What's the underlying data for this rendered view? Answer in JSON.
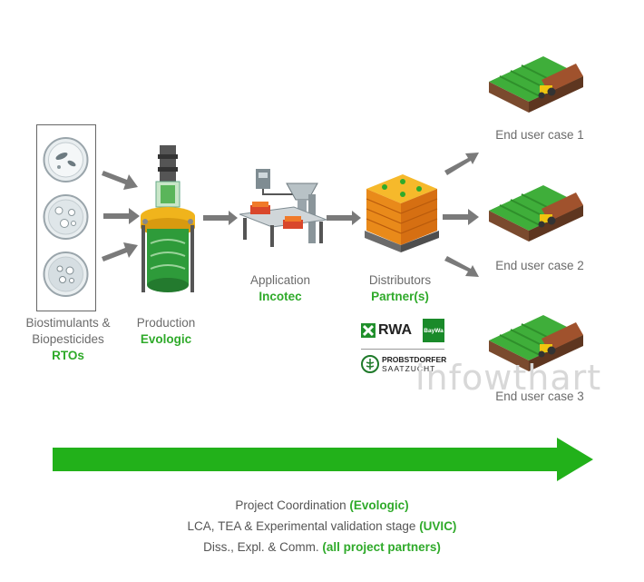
{
  "colors": {
    "accent_green": "#2faa2a",
    "arrow_gray": "#7a7a7a",
    "big_arrow": "#22b11a"
  },
  "stages": {
    "rtos": {
      "line1": "Biostimulants &",
      "line2": "Biopesticides",
      "name": "RTOs"
    },
    "production": {
      "line1": "Production",
      "name": "Evologic"
    },
    "application": {
      "line1": "Application",
      "name": "Incotec"
    },
    "distributors": {
      "line1": "Distributors",
      "name": "Partner(s)"
    }
  },
  "partner_logos": {
    "rwa": "RWA",
    "baywa": "BayWa",
    "probstdorfer_line1": "PROBSTDORFER",
    "probstdorfer_line2": "SAATZUCHT"
  },
  "end_users": [
    "End user case 1",
    "End user case 2",
    "End user case 3"
  ],
  "footer": [
    {
      "text": "Project Coordination ",
      "highlight": "(Evologic)"
    },
    {
      "text": "LCA, TEA & Experimental validation stage ",
      "highlight": "(UVIC)"
    },
    {
      "text": "Diss., Expl. & Comm. ",
      "highlight": "(all project partners)"
    }
  ],
  "watermark": "infowthart"
}
